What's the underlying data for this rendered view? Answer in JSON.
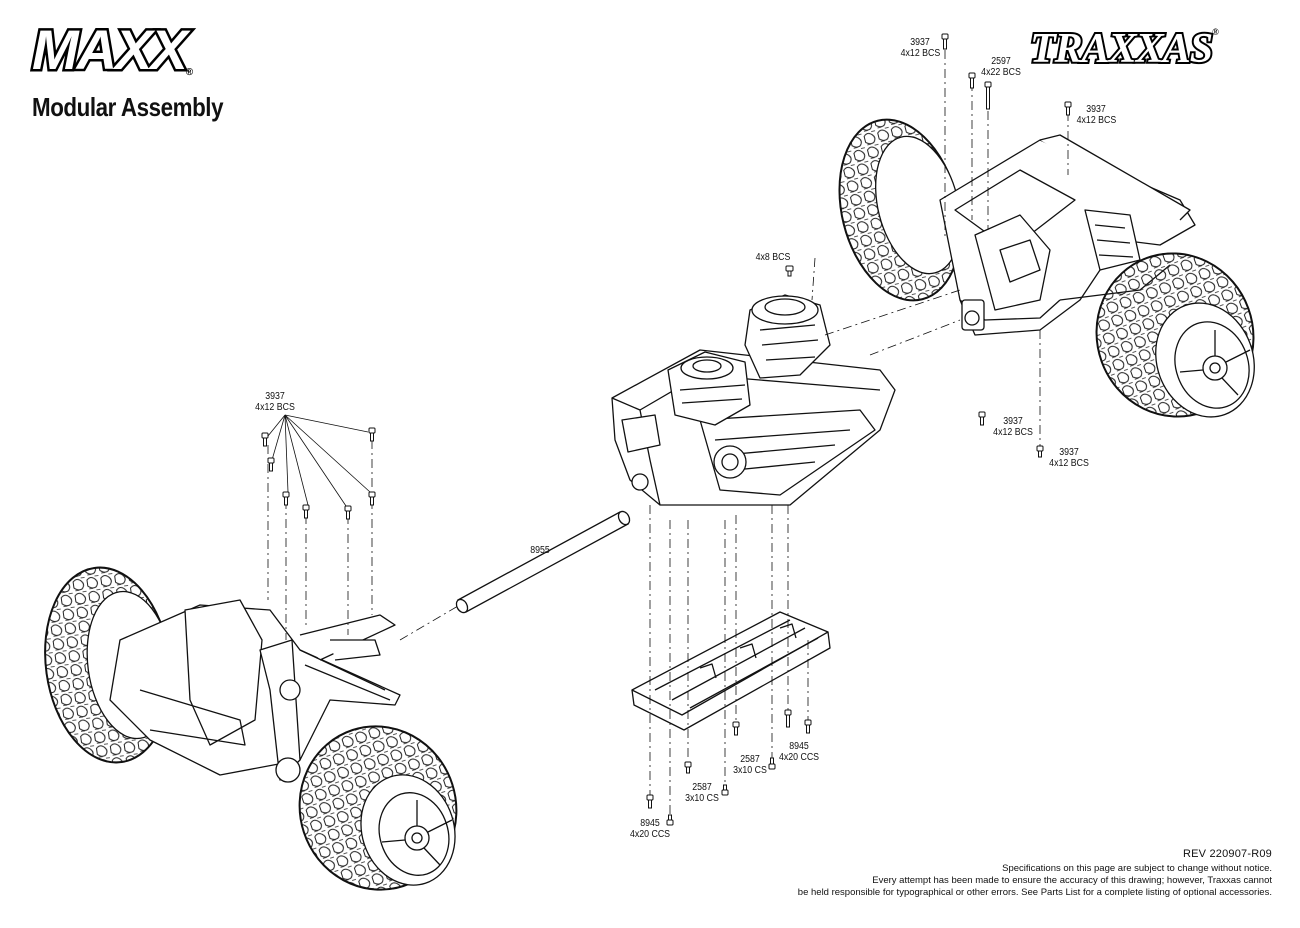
{
  "header": {
    "brand_logo": "MAXX",
    "registered_mark": "®",
    "manufacturer_logo": "TRAXXAS",
    "title": "Modular Assembly"
  },
  "callouts": {
    "rear_top": {
      "part": "3937",
      "size": "4x12 BCS"
    },
    "rear_mid": {
      "part": "2597",
      "size": "4x22 BCS"
    },
    "rear_right": {
      "part": "3937",
      "size": "4x12 BCS"
    },
    "motor_screw": {
      "size": "4x8 BCS"
    },
    "rear_under_1": {
      "part": "3937",
      "size": "4x12 BCS"
    },
    "rear_under_2": {
      "part": "3937",
      "size": "4x12 BCS"
    },
    "front_screws": {
      "part": "3937",
      "size": "4x12 BCS"
    },
    "driveshaft": {
      "part": "8955"
    },
    "skid_a": {
      "part": "2587",
      "size": "3x10 CS"
    },
    "skid_b": {
      "part": "8945",
      "size": "4x20 CCS"
    },
    "skid_c": {
      "part": "2587",
      "size": "3x10 CS"
    },
    "skid_d": {
      "part": "8945",
      "size": "4x20 CCS"
    }
  },
  "footer": {
    "revision": "REV 220907-R09",
    "line1": "Specifications on this page are subject to change without notice.",
    "line2": "Every attempt has been made to ensure the accuracy of this drawing; however, Traxxas cannot",
    "line3": "be held responsible for typographical or other errors. See Parts List for a complete listing of optional accessories."
  },
  "colors": {
    "ink": "#111111",
    "background": "#ffffff"
  }
}
